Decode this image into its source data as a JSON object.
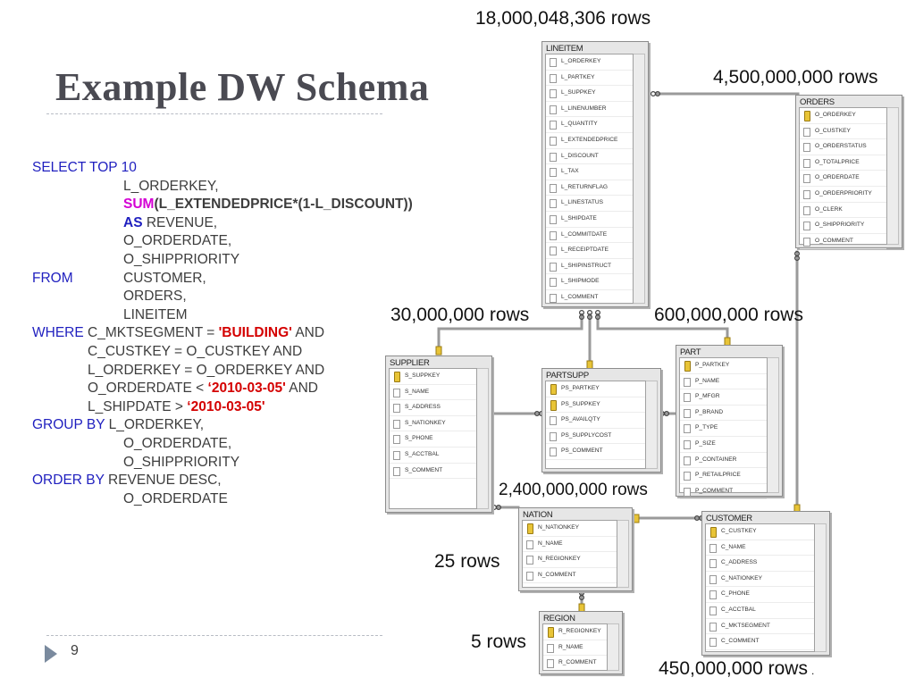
{
  "slide": {
    "title": "Example DW Schema",
    "page_number": "9"
  },
  "sql": {
    "lines": [
      {
        "k1": "SELECT TOP 10",
        "t1": ""
      },
      {
        "t1": "L_ORDERKEY,"
      },
      {
        "f1": "SUM",
        "t1": "(L_EXTENDEDPRICE*(1-L_DISCOUNT))"
      },
      {
        "k1": "AS",
        "t1": " REVENUE,"
      },
      {
        "t1": "O_ORDERDATE,"
      },
      {
        "t1": "O_SHIPPRIORITY"
      },
      {
        "k1": "FROM",
        "t1": "CUSTOMER,"
      },
      {
        "t1": "ORDERS,"
      },
      {
        "t1": "LINEITEM"
      },
      {
        "k1": "WHERE",
        "t1": " C_MKTSEGMENT = ",
        "s1": "'BUILDING'",
        "t2": " AND"
      },
      {
        "t1": "C_CUSTKEY = O_CUSTKEY AND"
      },
      {
        "t1": "L_ORDERKEY = O_ORDERKEY AND"
      },
      {
        "t1": "O_ORDERDATE < ",
        "s1": "‘2010-03-05'",
        "t2": " AND"
      },
      {
        "t1": "L_SHIPDATE > ",
        "s1": "‘2010-03-05'"
      },
      {
        "k1": "GROUP BY",
        "t1": " L_ORDERKEY,"
      },
      {
        "t1": "O_ORDERDATE,"
      },
      {
        "t1": "O_SHIPPRIORITY"
      },
      {
        "k1": "ORDER BY",
        "t1": " REVENUE DESC,"
      },
      {
        "t1": "O_ORDERDATE"
      }
    ]
  },
  "row_counts": {
    "lineitem": "18,000,048,306 rows",
    "orders": "4,500,000,000 rows",
    "supplier": "30,000,000 rows",
    "part": "600,000,000 rows",
    "partsupp": "2,400,000,000 rows",
    "nation": "25 rows",
    "region": "5 rows",
    "customer": "450,000,000 rows",
    "customer_dot": "."
  },
  "tables": {
    "lineitem": {
      "name": "LINEITEM",
      "key_count": 0,
      "columns": [
        "L_ORDERKEY",
        "L_PARTKEY",
        "L_SUPPKEY",
        "L_LINENUMBER",
        "L_QUANTITY",
        "L_EXTENDEDPRICE",
        "L_DISCOUNT",
        "L_TAX",
        "L_RETURNFLAG",
        "L_LINESTATUS",
        "L_SHIPDATE",
        "L_COMMITDATE",
        "L_RECEIPTDATE",
        "L_SHIPINSTRUCT",
        "L_SHIPMODE",
        "L_COMMENT"
      ]
    },
    "orders": {
      "name": "ORDERS",
      "key_count": 1,
      "columns": [
        "O_ORDERKEY",
        "O_CUSTKEY",
        "O_ORDERSTATUS",
        "O_TOTALPRICE",
        "O_ORDERDATE",
        "O_ORDERPRIORITY",
        "O_CLERK",
        "O_SHIPPRIORITY",
        "O_COMMENT"
      ]
    },
    "supplier": {
      "name": "SUPPLIER",
      "key_count": 1,
      "columns": [
        "S_SUPPKEY",
        "S_NAME",
        "S_ADDRESS",
        "S_NATIONKEY",
        "S_PHONE",
        "S_ACCTBAL",
        "S_COMMENT"
      ]
    },
    "partsupp": {
      "name": "PARTSUPP",
      "key_count": 2,
      "columns": [
        "PS_PARTKEY",
        "PS_SUPPKEY",
        "PS_AVAILQTY",
        "PS_SUPPLYCOST",
        "PS_COMMENT"
      ]
    },
    "part": {
      "name": "PART",
      "key_count": 1,
      "columns": [
        "P_PARTKEY",
        "P_NAME",
        "P_MFGR",
        "P_BRAND",
        "P_TYPE",
        "P_SIZE",
        "P_CONTAINER",
        "P_RETAILPRICE",
        "P_COMMENT"
      ]
    },
    "nation": {
      "name": "NATION",
      "key_count": 1,
      "columns": [
        "N_NATIONKEY",
        "N_NAME",
        "N_REGIONKEY",
        "N_COMMENT"
      ]
    },
    "customer": {
      "name": "CUSTOMER",
      "key_count": 1,
      "columns": [
        "C_CUSTKEY",
        "C_NAME",
        "C_ADDRESS",
        "C_NATIONKEY",
        "C_PHONE",
        "C_ACCTBAL",
        "C_MKTSEGMENT",
        "C_COMMENT"
      ]
    },
    "region": {
      "name": "REGION",
      "key_count": 1,
      "columns": [
        "R_REGIONKEY",
        "R_NAME",
        "R_COMMENT"
      ]
    }
  },
  "colors": {
    "keyword": "#1f1fbf",
    "function": "#d400d4",
    "string": "#d40000",
    "title": "#4a4a52",
    "connector": "#9a9a9a",
    "key_marker": "#e8c437"
  }
}
